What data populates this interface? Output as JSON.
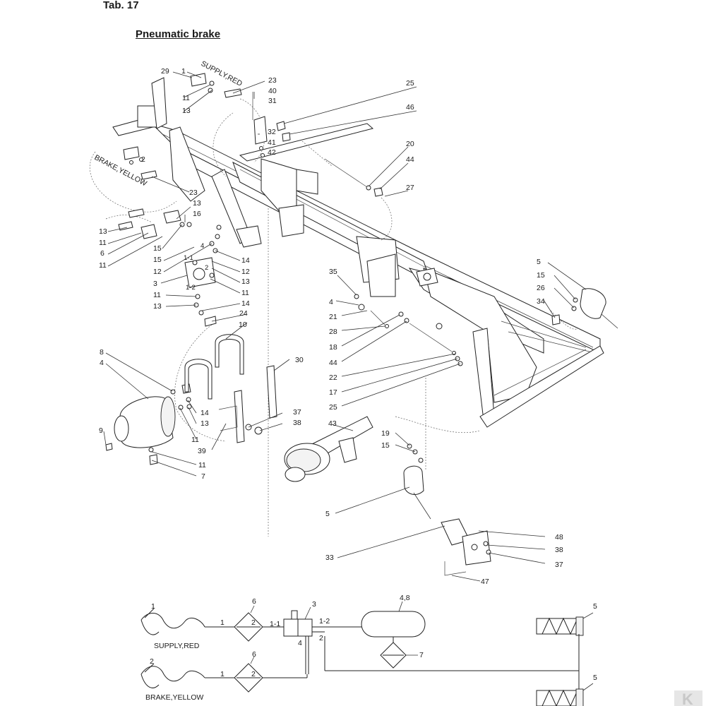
{
  "header": {
    "tab_label": "Tab. 17",
    "title": "Pneumatic brake"
  },
  "callouts": [
    {
      "id": "c29",
      "text": "29"
    },
    {
      "id": "c1a",
      "text": "1"
    },
    {
      "id": "c23a",
      "text": "23"
    },
    {
      "id": "c40",
      "text": "40"
    },
    {
      "id": "c31",
      "text": "31"
    },
    {
      "id": "c11a",
      "text": "11"
    },
    {
      "id": "c13a",
      "text": "13"
    },
    {
      "id": "c25a",
      "text": "25"
    },
    {
      "id": "c46",
      "text": "46"
    },
    {
      "id": "c32",
      "text": "32"
    },
    {
      "id": "c41",
      "text": "41"
    },
    {
      "id": "c42",
      "text": "42"
    },
    {
      "id": "c2a",
      "text": "2"
    },
    {
      "id": "c20",
      "text": "20"
    },
    {
      "id": "c44a",
      "text": "44"
    },
    {
      "id": "c27",
      "text": "27"
    },
    {
      "id": "c23b",
      "text": "23"
    },
    {
      "id": "c13b",
      "text": "13"
    },
    {
      "id": "c16",
      "text": "16"
    },
    {
      "id": "c13c",
      "text": "13"
    },
    {
      "id": "c11b",
      "text": "11"
    },
    {
      "id": "c6a",
      "text": "6"
    },
    {
      "id": "c11c",
      "text": "11"
    },
    {
      "id": "c15a",
      "text": "15"
    },
    {
      "id": "c15b",
      "text": "15"
    },
    {
      "id": "c12a",
      "text": "12"
    },
    {
      "id": "c4a",
      "text": "4"
    },
    {
      "id": "c1-1a",
      "text": "1-1"
    },
    {
      "id": "c2b",
      "text": "2"
    },
    {
      "id": "c14a",
      "text": "14"
    },
    {
      "id": "c12b",
      "text": "12"
    },
    {
      "id": "c13d",
      "text": "13"
    },
    {
      "id": "c11d",
      "text": "11"
    },
    {
      "id": "c3a",
      "text": "3"
    },
    {
      "id": "c1-2a",
      "text": "1-2"
    },
    {
      "id": "c11e",
      "text": "11"
    },
    {
      "id": "c13e",
      "text": "13"
    },
    {
      "id": "c14b",
      "text": "14"
    },
    {
      "id": "c24",
      "text": "24"
    },
    {
      "id": "c5a",
      "text": "5"
    },
    {
      "id": "c15c",
      "text": "15"
    },
    {
      "id": "c26",
      "text": "26"
    },
    {
      "id": "c34",
      "text": "34"
    },
    {
      "id": "c35",
      "text": "35"
    },
    {
      "id": "c4b",
      "text": "4"
    },
    {
      "id": "c21",
      "text": "21"
    },
    {
      "id": "c28",
      "text": "28"
    },
    {
      "id": "c18",
      "text": "18"
    },
    {
      "id": "c44b",
      "text": "44"
    },
    {
      "id": "c22",
      "text": "22"
    },
    {
      "id": "c17",
      "text": "17"
    },
    {
      "id": "c25b",
      "text": "25"
    },
    {
      "id": "c10",
      "text": "10"
    },
    {
      "id": "c8a",
      "text": "8"
    },
    {
      "id": "c4c",
      "text": "4"
    },
    {
      "id": "c30",
      "text": "30"
    },
    {
      "id": "c14c",
      "text": "14"
    },
    {
      "id": "c13f",
      "text": "13"
    },
    {
      "id": "c37a",
      "text": "37"
    },
    {
      "id": "c38a",
      "text": "38"
    },
    {
      "id": "c43",
      "text": "43"
    },
    {
      "id": "c9",
      "text": "9"
    },
    {
      "id": "c11f",
      "text": "11"
    },
    {
      "id": "c39",
      "text": "39"
    },
    {
      "id": "c11g",
      "text": "11"
    },
    {
      "id": "c7a",
      "text": "7"
    },
    {
      "id": "c19",
      "text": "19"
    },
    {
      "id": "c15d",
      "text": "15"
    },
    {
      "id": "c5b",
      "text": "5"
    },
    {
      "id": "c48",
      "text": "48"
    },
    {
      "id": "c38b",
      "text": "38"
    },
    {
      "id": "c33",
      "text": "33"
    },
    {
      "id": "c37b",
      "text": "37"
    },
    {
      "id": "c47",
      "text": "47"
    }
  ],
  "hose_labels": {
    "supply": "SUPPLY,RED",
    "brake": "BRAKE,YELLOW"
  },
  "schematic": {
    "supply_line_no": "1",
    "supply_label": "SUPPLY,RED",
    "filter_top_no": "6",
    "filter_top_port_in": "1",
    "filter_top_port_out": "2",
    "valve_no": "3",
    "valve_port_1_1": "1-1",
    "valve_port_1_2": "1-2",
    "valve_port_4": "4",
    "valve_port_2": "2",
    "tank_no": "4,8",
    "drain_no": "7",
    "brake_line_no": "2",
    "brake_label": "BRAKE,YELLOW",
    "filter_bottom_no": "6",
    "filter_bottom_port_in": "1",
    "filter_bottom_port_out": "2",
    "cylinder_top_no": "5",
    "cylinder_bottom_no": "5"
  },
  "logo": {
    "letter": "K",
    "color": "#c8c8c8"
  }
}
